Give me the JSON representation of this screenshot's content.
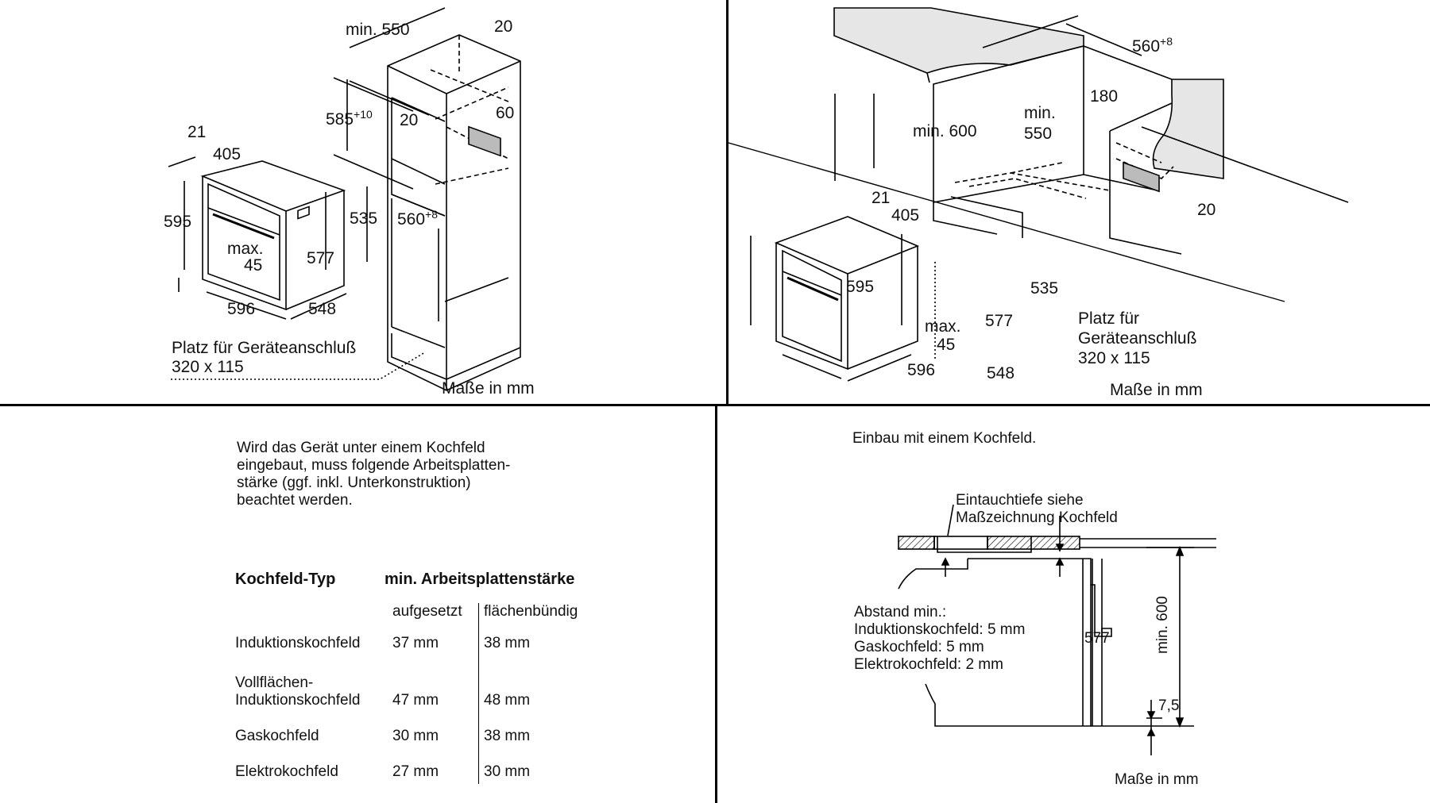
{
  "top_left": {
    "dims": {
      "min550": "min. 550",
      "d20a": "20",
      "d585": "585",
      "d585_sup": "+10",
      "d20b": "20",
      "d60": "60",
      "d21": "21",
      "d405": "405",
      "d595": "595",
      "d535": "535",
      "d560": "560",
      "d560_sup": "+8",
      "max45_a": "max.",
      "max45_b": "45",
      "d577": "577",
      "d596": "596",
      "d548": "548"
    },
    "platz_line1": "Platz für Geräteanschluß",
    "platz_line2": "320 x 115",
    "unit": "Maße in mm"
  },
  "top_right": {
    "dims": {
      "d560": "560",
      "d560_sup": "+8",
      "min600": "min. 600",
      "min550_a": "min.",
      "min550_b": "550",
      "d180": "180",
      "d20": "20",
      "d21": "21",
      "d405": "405",
      "d595": "595",
      "d535": "535",
      "max45_a": "max.",
      "max45_b": "45",
      "d577": "577",
      "d596": "596",
      "d548": "548"
    },
    "platz_line1": "Platz für",
    "platz_line2": "Geräteanschluß",
    "platz_line3": "320 x 115",
    "unit": "Maße in mm"
  },
  "bottom_left": {
    "intro_lines": [
      "Wird das Gerät unter einem Kochfeld",
      "eingebaut, muss folgende Arbeitsplatten-",
      "stärke (ggf. inkl. Unterkonstruktion)",
      "beachtet werden."
    ],
    "header_type": "Kochfeld-Typ",
    "header_min": "min. Arbeitsplattenstärke",
    "sub_aufgesetzt": "aufgesetzt",
    "sub_flaechenbuendig": "flächenbündig",
    "rows": [
      {
        "type_a": "Induktionskochfeld",
        "type_b": "",
        "aufgesetzt": "37 mm",
        "flaechenbuendig": "38 mm"
      },
      {
        "type_a": "Vollflächen-",
        "type_b": "Induktionskochfeld",
        "aufgesetzt": "47 mm",
        "flaechenbuendig": "48 mm"
      },
      {
        "type_a": "Gaskochfeld",
        "type_b": "",
        "aufgesetzt": "30 mm",
        "flaechenbuendig": "38 mm"
      },
      {
        "type_a": "Elektrokochfeld",
        "type_b": "",
        "aufgesetzt": "27 mm",
        "flaechenbuendig": "30 mm"
      }
    ]
  },
  "bottom_right": {
    "title": "Einbau mit einem Kochfeld.",
    "eintauch_line1": "Eintauchtiefe siehe",
    "eintauch_line2": "Maßzeichnung Kochfeld",
    "abstand_lines": [
      "Abstand min.:",
      "Induktionskochfeld: 5 mm",
      "Gaskochfeld: 5 mm",
      "Elektrokochfeld: 2 mm"
    ],
    "d577": "577",
    "min600": "min. 600",
    "d75": "7,5",
    "unit": "Maße in mm"
  }
}
